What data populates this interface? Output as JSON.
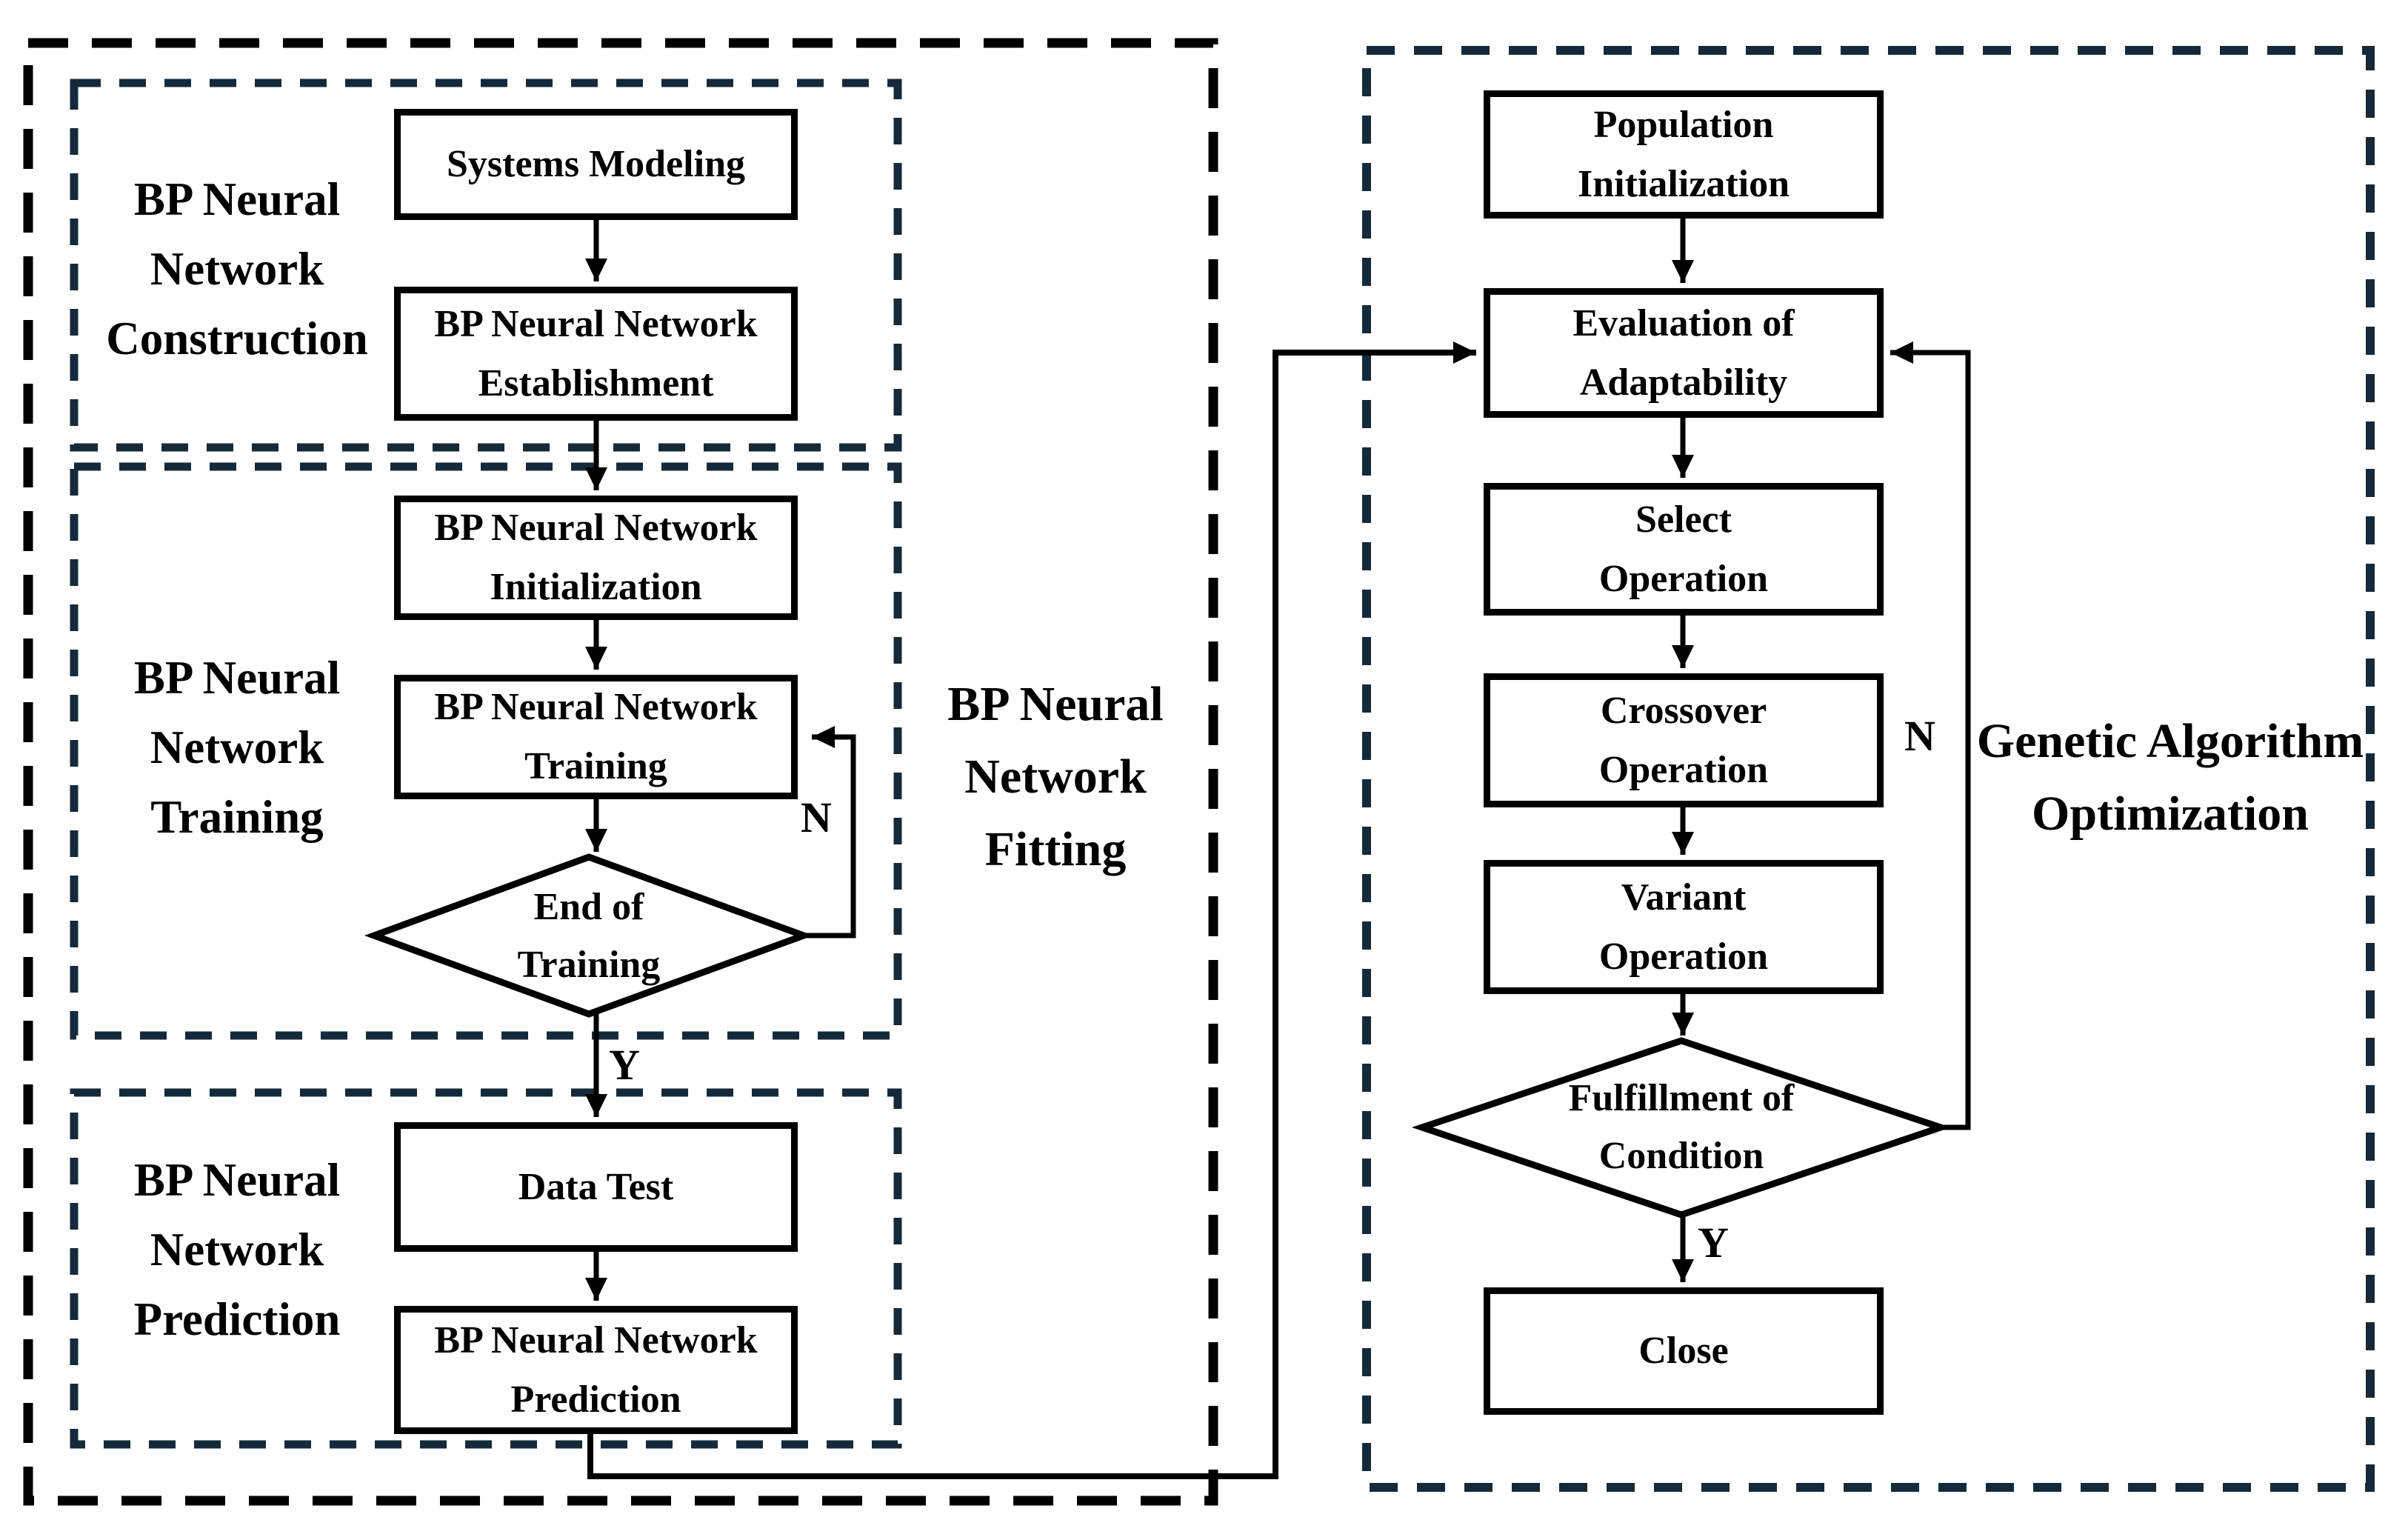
{
  "colors": {
    "ink": "#000000",
    "dash_navy": "#142a3a",
    "box_fill": "#ffffff"
  },
  "left_panel": {
    "group_label": [
      "BP Neural",
      "Network",
      "Fitting"
    ],
    "construction": {
      "section_label": [
        "BP Neural",
        "Network",
        "Construction"
      ],
      "systems_modeling": [
        "Systems Modeling"
      ],
      "establishment": [
        "BP Neural Network",
        "Establishment"
      ]
    },
    "training": {
      "section_label": [
        "BP Neural",
        "Network",
        "Training"
      ],
      "initialization": [
        "BP Neural Network",
        "Initialization"
      ],
      "training": [
        "BP Neural Network",
        "Training"
      ],
      "end_of_training": [
        "End of",
        "Training"
      ],
      "no_label": "N",
      "yes_label": "Y"
    },
    "prediction": {
      "section_label": [
        "BP Neural",
        "Network",
        "Prediction"
      ],
      "data_test": [
        "Data Test"
      ],
      "prediction": [
        "BP Neural Network",
        "Prediction"
      ]
    }
  },
  "right_panel": {
    "group_label": [
      "Genetic Algorithm",
      "Optimization"
    ],
    "population_initialization": [
      "Population",
      "Initialization"
    ],
    "evaluation_of_adaptability": [
      "Evaluation of",
      "Adaptability"
    ],
    "select_operation": [
      "Select",
      "Operation"
    ],
    "crossover_operation": [
      "Crossover",
      "Operation"
    ],
    "variant_operation": [
      "Variant",
      "Operation"
    ],
    "fulfillment_of_condition": [
      "Fulfillment of",
      "Condition"
    ],
    "close": [
      "Close"
    ],
    "no_label": "N",
    "yes_label": "Y"
  }
}
